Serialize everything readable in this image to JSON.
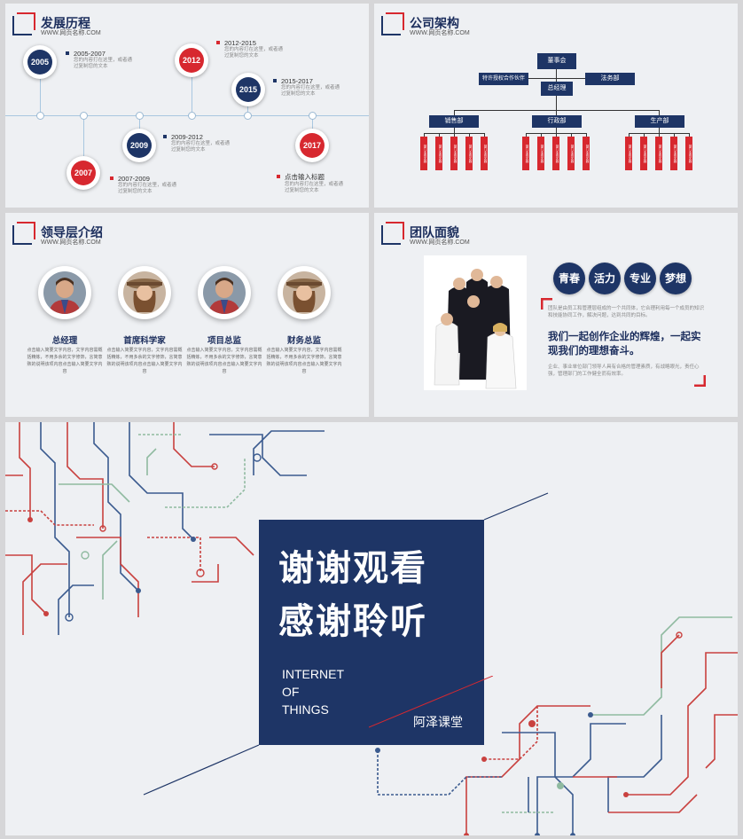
{
  "site_sub": "WWW.网页名称.COM",
  "slides": {
    "history": {
      "title": "发展历程",
      "events": [
        {
          "year": "2005",
          "label": "2005-2007",
          "desc": "您的内容打在这里，或者通过复制您的文本",
          "color": "blue"
        },
        {
          "year": "2007",
          "label": "2007-2009",
          "desc": "您的内容打在这里，或者通过复制您的文本",
          "color": "red"
        },
        {
          "year": "2009",
          "label": "2009-2012",
          "desc": "您的内容打在这里，或者通过复制您的文本",
          "color": "blue"
        },
        {
          "year": "2012",
          "label": "2012-2015",
          "desc": "您的内容打在这里，或者通过复制您的文本",
          "color": "red"
        },
        {
          "year": "2015",
          "label": "2015-2017",
          "desc": "您的内容打在这里，或者通过复制您的文本",
          "color": "blue"
        },
        {
          "year": "2017",
          "label": "点击输入标题",
          "desc": "您的内容打在这里，或者通过复制您的文本",
          "color": "red"
        }
      ]
    },
    "org": {
      "title": "公司架构",
      "board": "董事会",
      "left_committee": "特许授权合作伙伴",
      "right_committee": "法务部",
      "gm": "总经理",
      "depts": [
        "销售部",
        "行政部",
        "生产部"
      ],
      "leaf_label": "部门业务名称"
    },
    "leaders": {
      "title": "领导层介绍",
      "people": [
        {
          "name": "总经理",
          "desc": "点击输入简要文字内容，文字内容需概括精炼，不用多余的文字修饰，言简意赅的说明该项内容点击输入简要文字内容"
        },
        {
          "name": "首席科学家",
          "desc": "点击输入简要文字内容，文字内容需概括精炼，不用多余的文字修饰，言简意赅的说明该项内容点击输入简要文字内容"
        },
        {
          "name": "项目总监",
          "desc": "点击输入简要文字内容，文字内容需概括精炼，不用多余的文字修饰，言简意赅的说明该项内容点击输入简要文字内容"
        },
        {
          "name": "财务总监",
          "desc": "点击输入简要文字内容，文字内容需概括精炼，不用多余的文字修饰，言简意赅的说明该项内容点击输入简要文字内容"
        }
      ]
    },
    "team": {
      "title": "团队面貌",
      "keywords": [
        "青春",
        "活力",
        "专业",
        "梦想"
      ],
      "para1": "团队是由员工和管理层组成的一个共同体，它合理利用每一个成员的知识和技能协同工作，解决问题，达到共同的目标。",
      "slogan": "我们一起创作企业的辉煌，一起实现我们的理想奋斗。",
      "para2": "企业、事业单位部门领导人具有合格的管理素质，有战略眼光，责任心强，管理部门的工作健全而有效率。"
    },
    "thanks": {
      "line1": "谢谢观看",
      "line2": "感谢聆听",
      "iot": [
        "INTERNET",
        "OF",
        "THINGS"
      ],
      "brand": "阿泽课堂"
    }
  },
  "colors": {
    "navy": "#1e3566",
    "red": "#d7282f"
  }
}
